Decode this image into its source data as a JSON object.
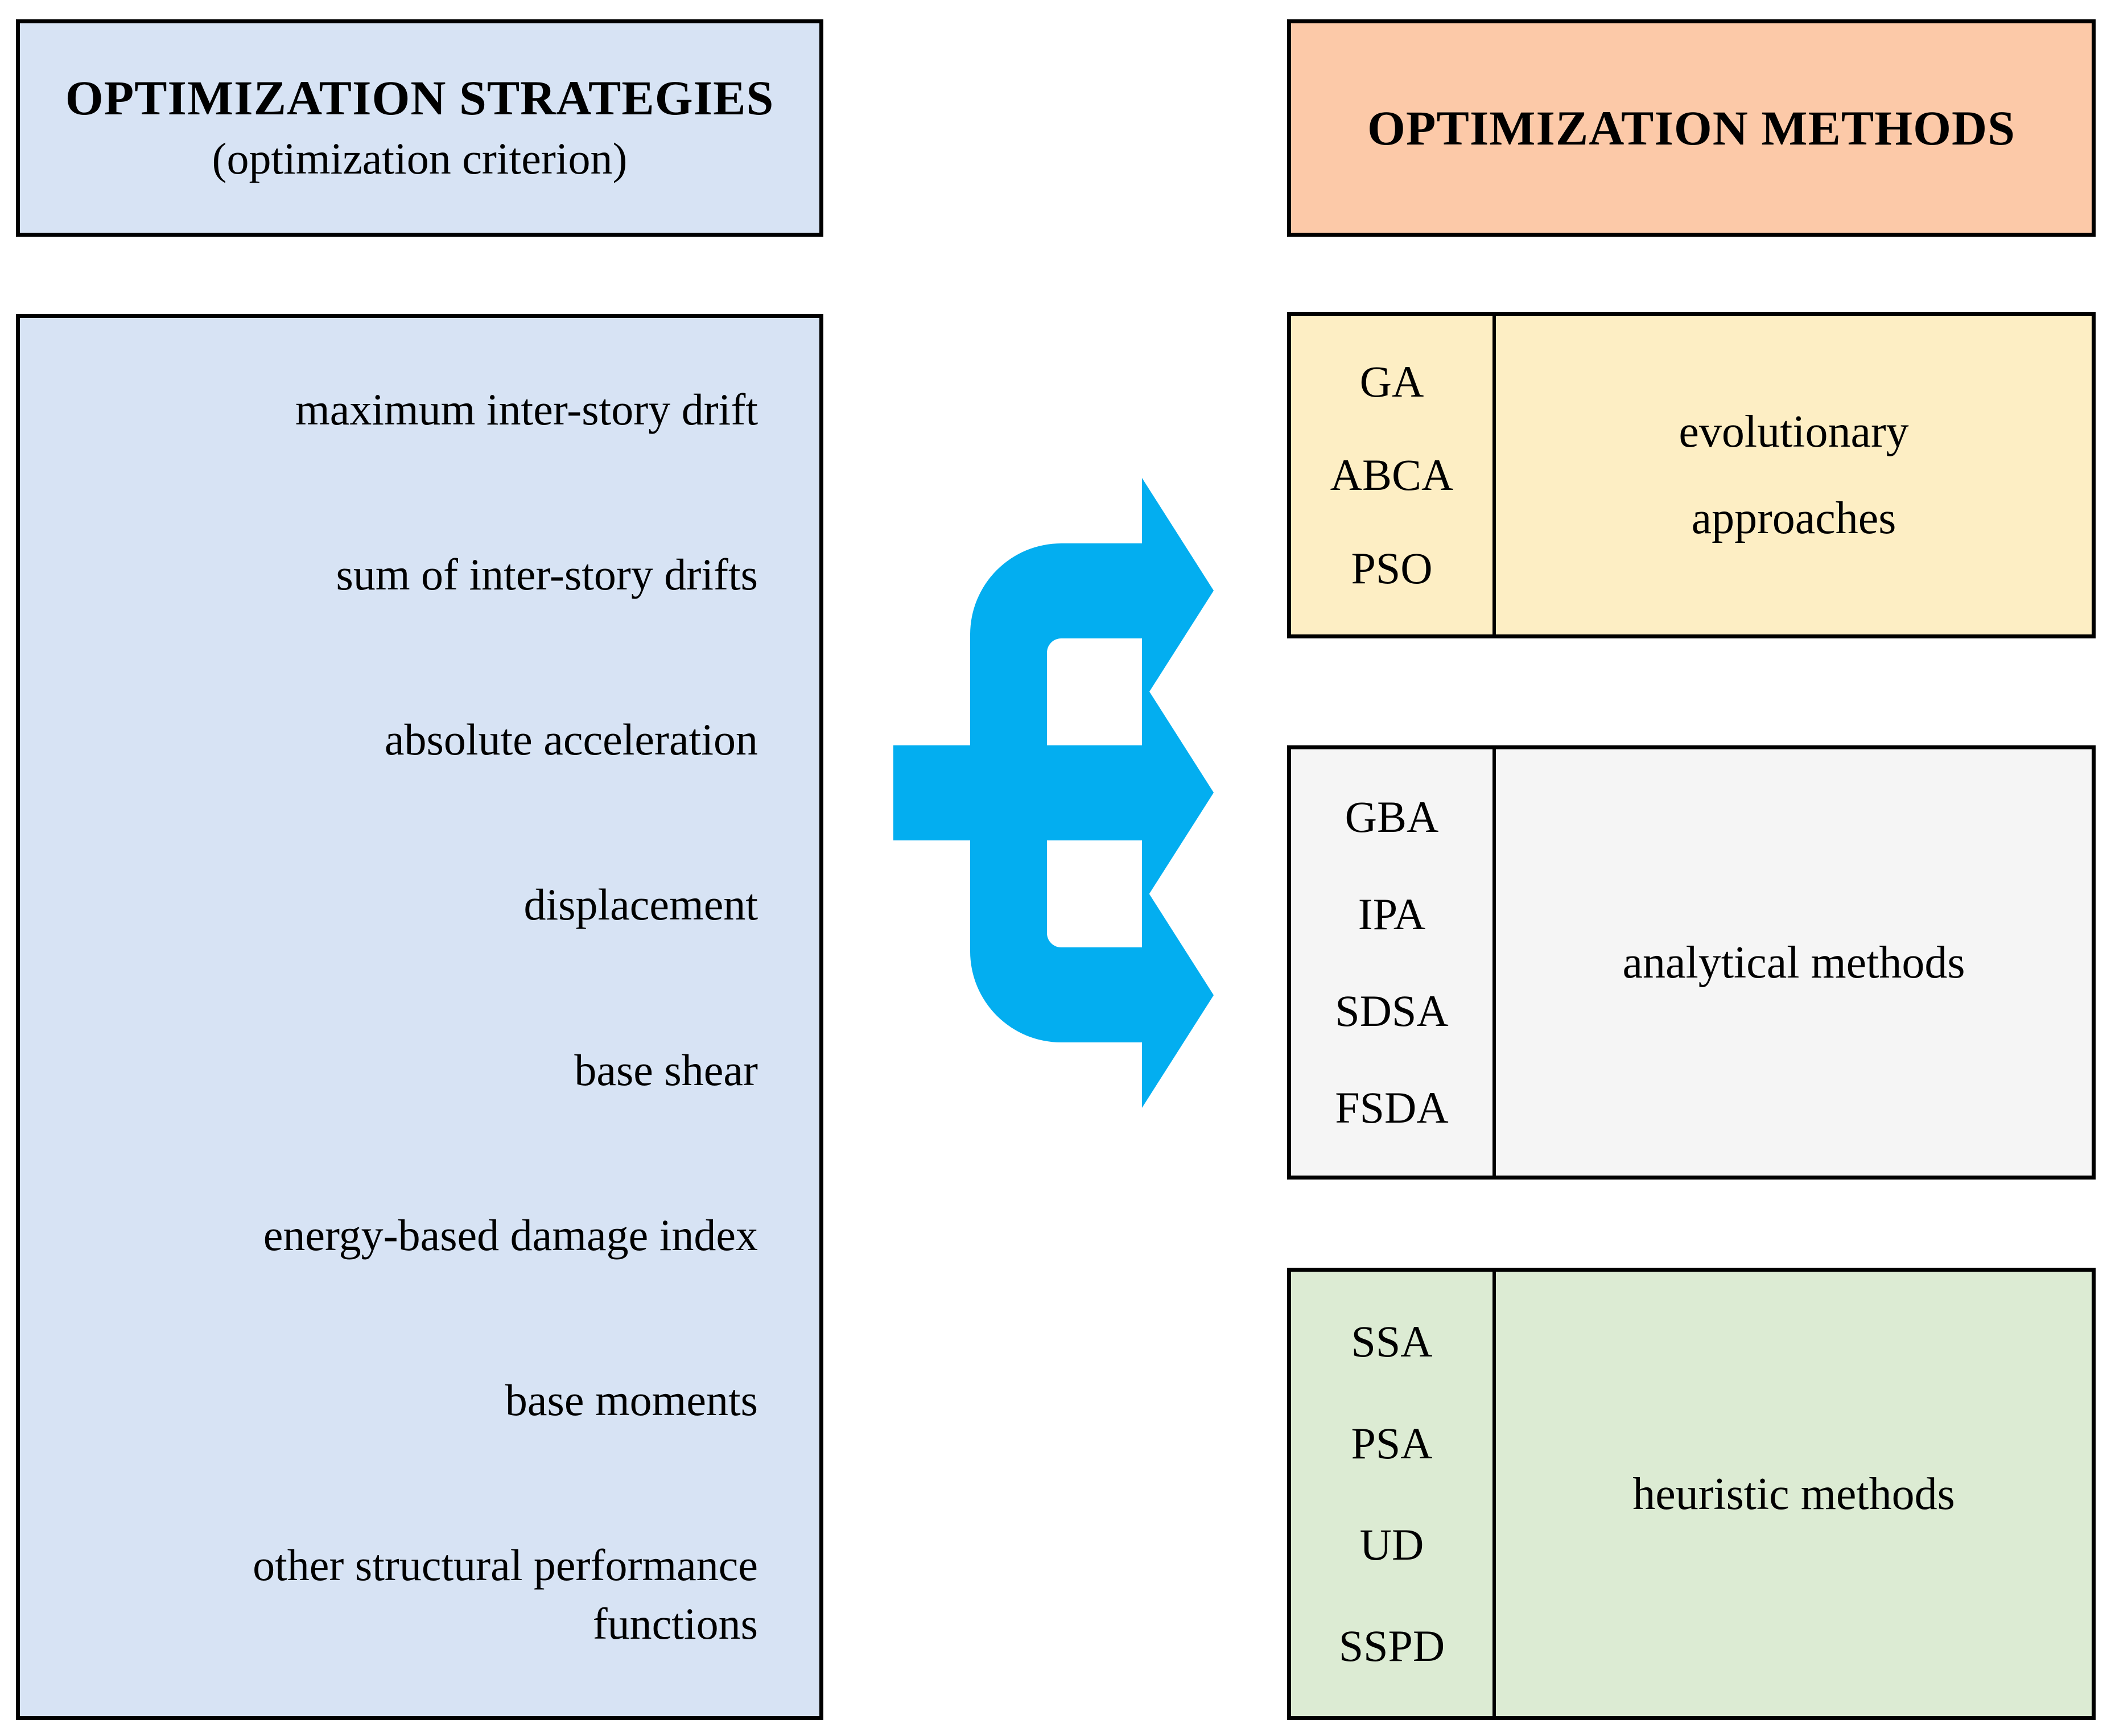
{
  "diagram": {
    "title": "Optimization strategies and optimization methods",
    "colors": {
      "strategies_fill": "#d7e3f4",
      "methods_header_fill": "#fcc9a8",
      "evolutionary_fill": "#fdeec4",
      "analytical_fill": "#f5f5f5",
      "heuristic_fill": "#dcebd3",
      "arrow": "#03AEF0",
      "border": "#000000"
    }
  },
  "strategies": {
    "header": {
      "title": "OPTIMIZATION STRATEGIES",
      "subtitle": "(optimization criterion)"
    },
    "criteria": [
      "maximum inter-story drift",
      "sum of inter-story drifts",
      "absolute acceleration",
      "displacement",
      "base shear",
      "energy-based damage index",
      "base moments",
      "other structural performance\nfunctions"
    ]
  },
  "methods": {
    "header": {
      "title": "OPTIMIZATION METHODS"
    },
    "groups": [
      {
        "name": "evolutionary-approaches",
        "acronyms": [
          "GA",
          "ABCA",
          "PSO"
        ],
        "label_lines": [
          "evolutionary",
          "approaches"
        ]
      },
      {
        "name": "analytical-methods",
        "acronyms": [
          "GBA",
          "IPA",
          "SDSA",
          "FSDA"
        ],
        "label_lines": [
          "analytical methods"
        ]
      },
      {
        "name": "heuristic-methods",
        "acronyms": [
          "SSA",
          "PSA",
          "UD",
          "SSPD"
        ],
        "label_lines": [
          "heuristic methods"
        ]
      }
    ]
  },
  "connector": {
    "name": "three-way-split-arrow",
    "branches": 3,
    "direction": "left-to-right"
  }
}
